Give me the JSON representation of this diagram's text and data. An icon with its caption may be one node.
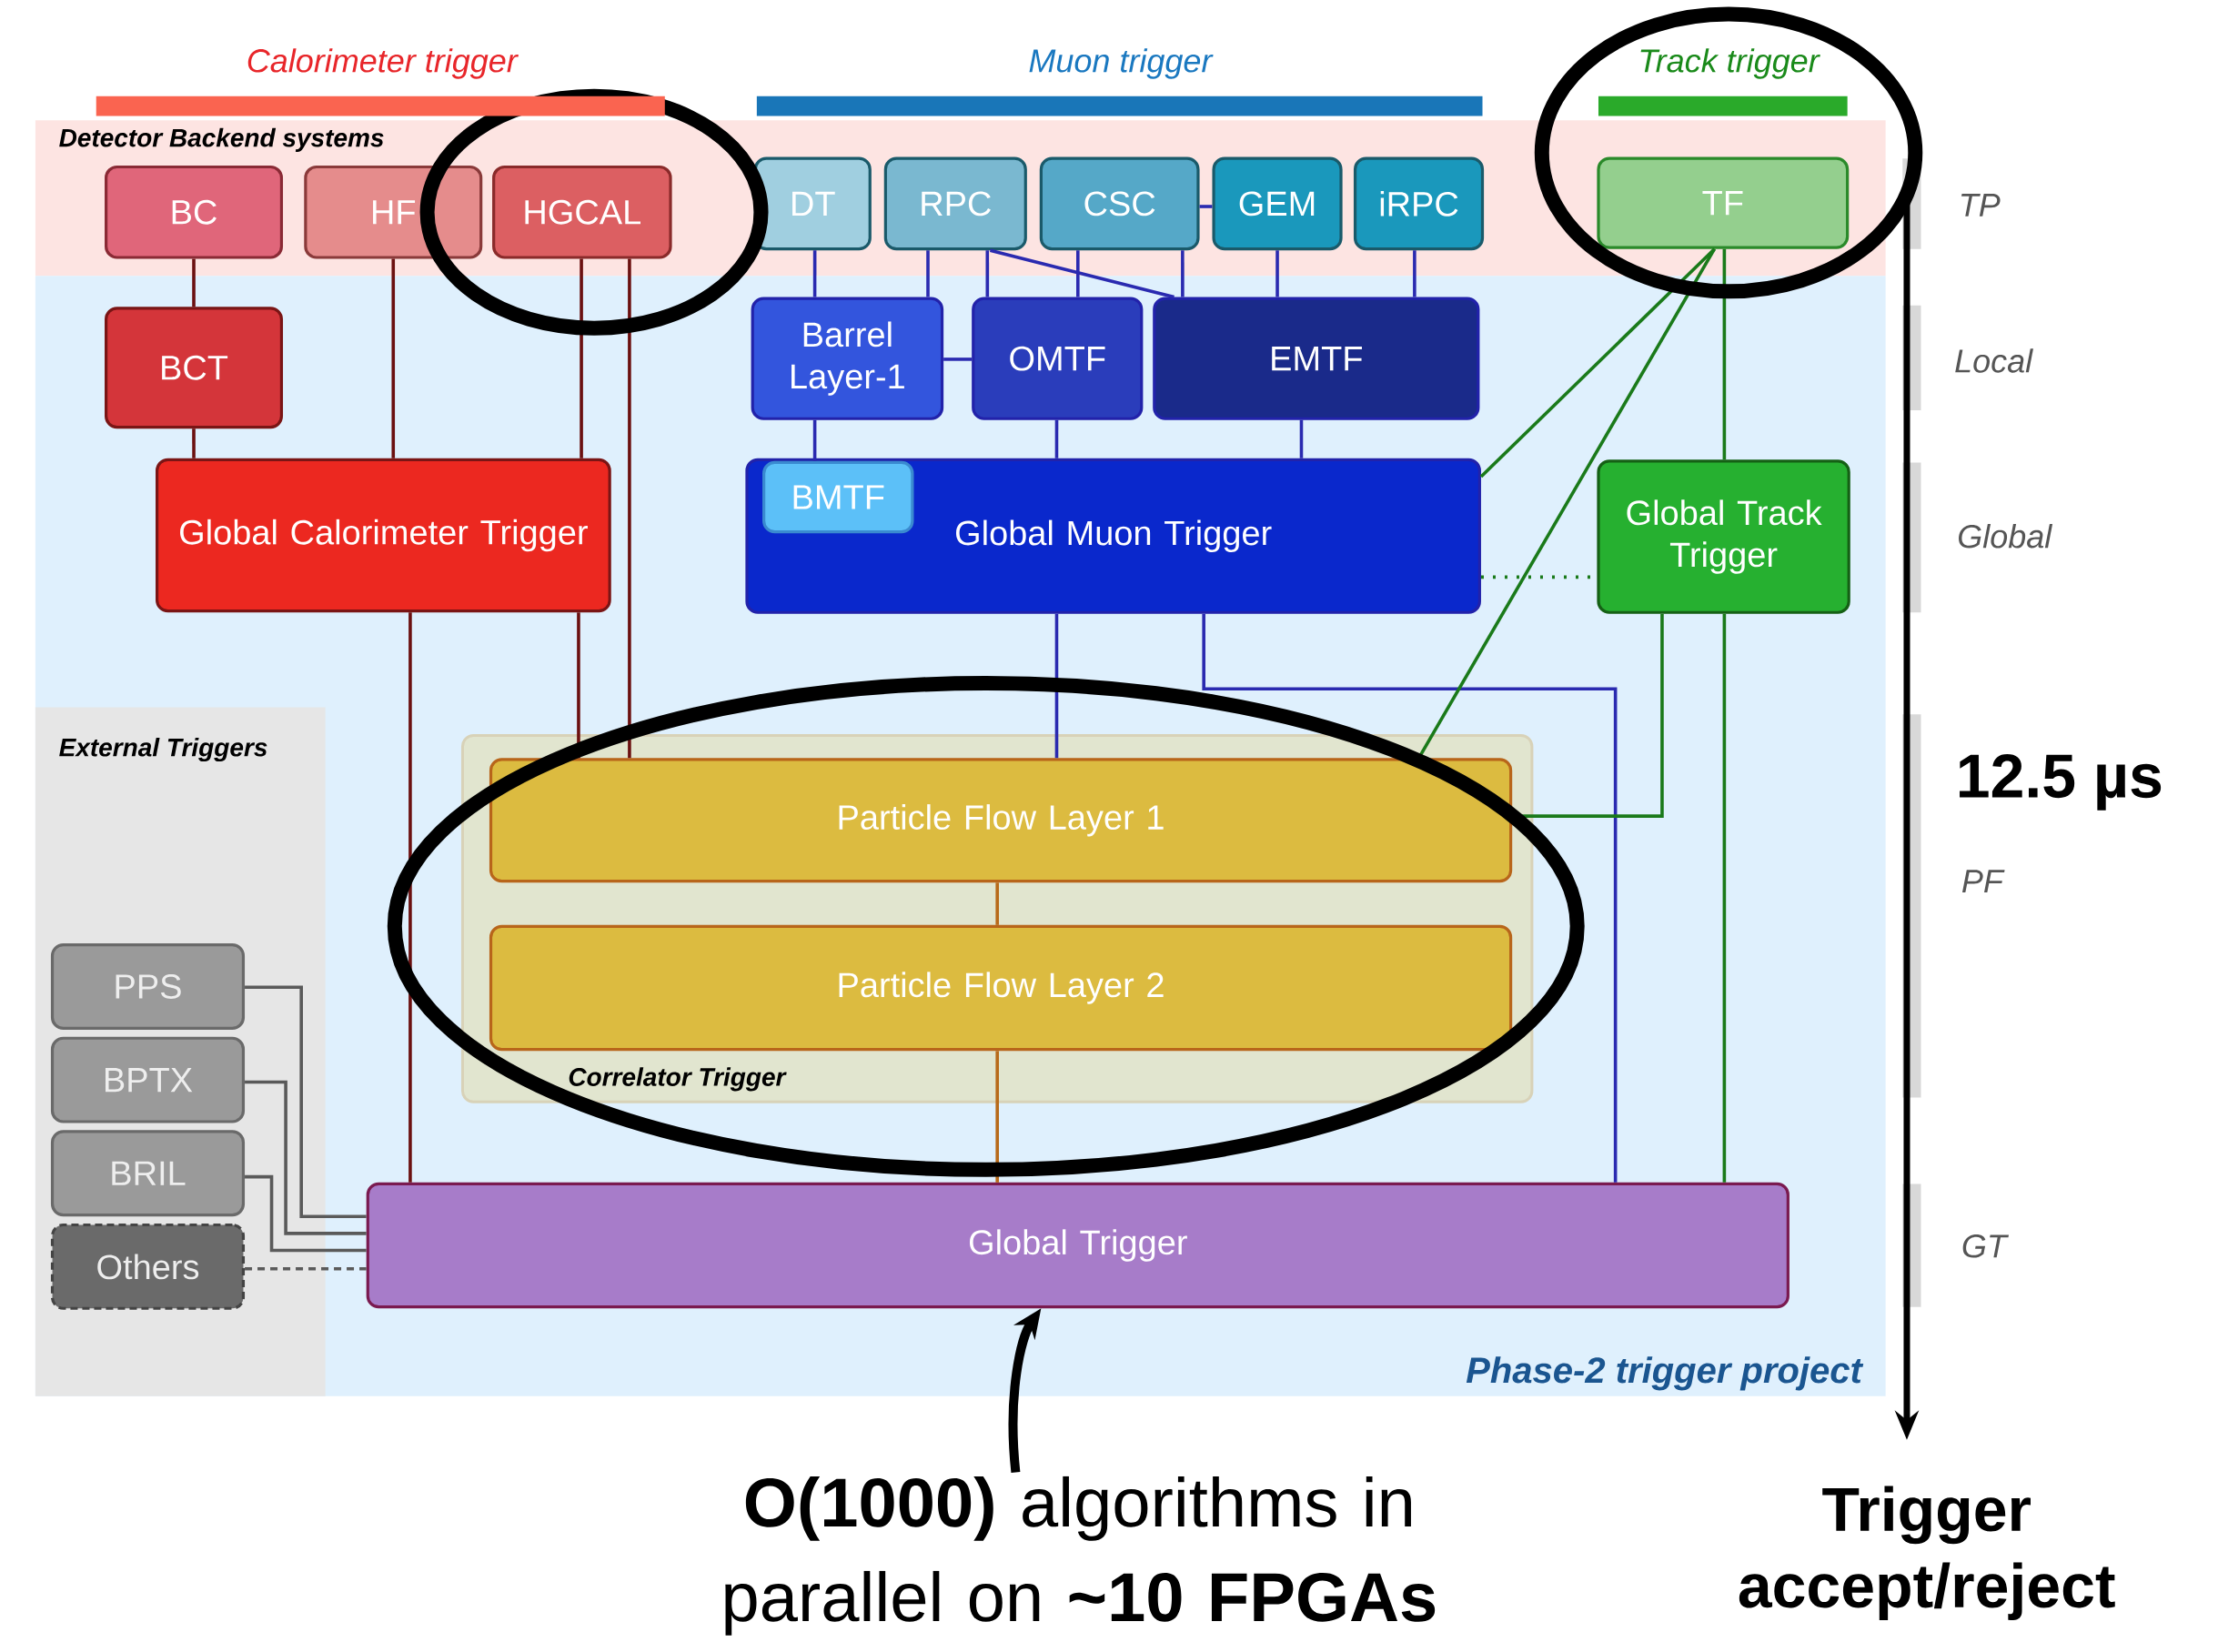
{
  "diagram": {
    "nodes": [
      {
        "text": [
          "Detector Backend systems"
        ]
      },
      {
        "text": [
          "BC"
        ],
        "in": 0
      },
      {
        "text": [
          "HF"
        ],
        "in": 0
      },
      {
        "text": [
          "HGCAL"
        ],
        "in": 0
      },
      {
        "text": [
          "DT"
        ],
        "in": 0
      },
      {
        "text": [
          "RPC"
        ],
        "in": 0
      },
      {
        "text": [
          "CSC"
        ],
        "in": 0
      },
      {
        "text": [
          "GEM"
        ],
        "in": 0
      },
      {
        "text": [
          "iRPC"
        ],
        "in": 0
      },
      {
        "text": [
          "TF"
        ],
        "in": 0
      },
      {
        "text": [
          "Phase-2 trigger project"
        ]
      },
      {
        "text": [
          "BCT"
        ],
        "in": 10
      },
      {
        "text": [
          "Barrel Layer-1"
        ],
        "in": 10
      },
      {
        "text": [
          "OMTF"
        ],
        "in": 10
      },
      {
        "text": [
          "EMTF"
        ],
        "in": 10
      },
      {
        "text": [
          "Global Calorimeter Trigger"
        ],
        "in": 10
      },
      {
        "text": [
          "Global Muon Trigger"
        ],
        "in": 10
      },
      {
        "text": [
          "BMTF"
        ],
        "in": 16
      },
      {
        "text": [
          "Global Track Trigger"
        ],
        "in": 10
      },
      {
        "text": [
          "External Triggers"
        ],
        "in": 10
      },
      {
        "text": [
          "Correlator Trigger"
        ],
        "in": 10
      },
      {
        "text": [
          "Particle Flow Layer 1"
        ],
        "in": 20
      },
      {
        "text": [
          "Particle Flow Layer 2"
        ],
        "in": 20
      },
      {
        "text": [
          "PPS"
        ],
        "in": 19
      },
      {
        "text": [
          "BPTX"
        ],
        "in": 19
      },
      {
        "text": [
          "BRIL"
        ],
        "in": 19
      },
      {
        "text": [
          "Others"
        ],
        "in": 19
      },
      {
        "text": [
          "Global Trigger"
        ],
        "in": 10
      },
      {
        "text": [
          "**O(1000)** algorithms in parallel on **~10 FPGAs**"
        ]
      }
    ],
    "edges": [
      {
        "from": 1,
        "to": 11,
        "arrow": "none",
        "color": "#6b1010"
      },
      {
        "from": 11,
        "to": 15,
        "arrow": "none",
        "color": "#6b1010"
      },
      {
        "from": 2,
        "to": 15,
        "arrow": "none",
        "color": "#6b1010"
      },
      {
        "from": 3,
        "to": 15,
        "arrow": "none",
        "color": "#6b1010"
      },
      {
        "from": 3,
        "to": 21,
        "arrow": "none",
        "color": "#6b1010"
      },
      {
        "from": 15,
        "to": 21,
        "arrow": "none",
        "color": "#6b1010"
      },
      {
        "from": 15,
        "to": 27,
        "arrow": "none",
        "color": "#6b1010"
      },
      {
        "from": 4,
        "to": 12,
        "arrow": "none"
      },
      {
        "from": 5,
        "to": 12,
        "arrow": "none"
      },
      {
        "from": 5,
        "to": 13,
        "arrow": "none"
      },
      {
        "from": 5,
        "to": 14,
        "arrow": "none"
      },
      {
        "from": 6,
        "to": 13,
        "arrow": "none"
      },
      {
        "from": 6,
        "to": 14,
        "arrow": "none"
      },
      {
        "from": 6,
        "to": 7,
        "arrow": "none"
      },
      {
        "from": 7,
        "to": 14,
        "arrow": "none"
      },
      {
        "from": 8,
        "to": 14,
        "arrow": "none"
      },
      {
        "from": 12,
        "to": 13,
        "arrow": "none"
      },
      {
        "from": 12,
        "to": 17,
        "arrow": "none"
      },
      {
        "from": 13,
        "to": 16,
        "arrow": "none"
      },
      {
        "from": 14,
        "to": 16,
        "arrow": "none"
      },
      {
        "from": 16,
        "to": 21,
        "arrow": "none"
      },
      {
        "from": 16,
        "to": 27,
        "arrow": "none"
      },
      {
        "from": 16,
        "to": 18,
        "arrow": "none",
        "style": "dashed",
        "color": "#1a7a1a"
      },
      {
        "from": 9,
        "to": 16,
        "arrow": "none",
        "color": "#1a7a1a"
      },
      {
        "from": 9,
        "to": 21,
        "arrow": "none",
        "color": "#1a7a1a"
      },
      {
        "from": 9,
        "to": 18,
        "arrow": "none",
        "color": "#1a7a1a"
      },
      {
        "from": 18,
        "to": 21,
        "arrow": "none",
        "color": "#1a7a1a"
      },
      {
        "from": 18,
        "to": 27,
        "arrow": "none",
        "color": "#1a7a1a"
      },
      {
        "from": 21,
        "to": 22,
        "arrow": "none",
        "color": "#b86a1a"
      },
      {
        "from": 22,
        "to": 27,
        "arrow": "none",
        "color": "#b86a1a"
      },
      {
        "from": 23,
        "to": 27,
        "arrow": "none",
        "color": "#5a5a5a"
      },
      {
        "from": 24,
        "to": 27,
        "arrow": "none",
        "color": "#5a5a5a"
      },
      {
        "from": 25,
        "to": 27,
        "arrow": "none",
        "color": "#5a5a5a"
      },
      {
        "from": 26,
        "to": 27,
        "arrow": "none",
        "style": "dashed",
        "color": "#5a5a5a"
      },
      {
        "from": 28,
        "to": 27,
        "arrow": "to",
        "style": "thick",
        "color": "#000000"
      }
    ],
    "labels": [
      "Calorimeter trigger",
      "Muon trigger",
      "Track trigger",
      "TP",
      "Local",
      "Global",
      "12.5 µs",
      "PF",
      "GT",
      "Trigger accept/reject"
    ]
  }
}
